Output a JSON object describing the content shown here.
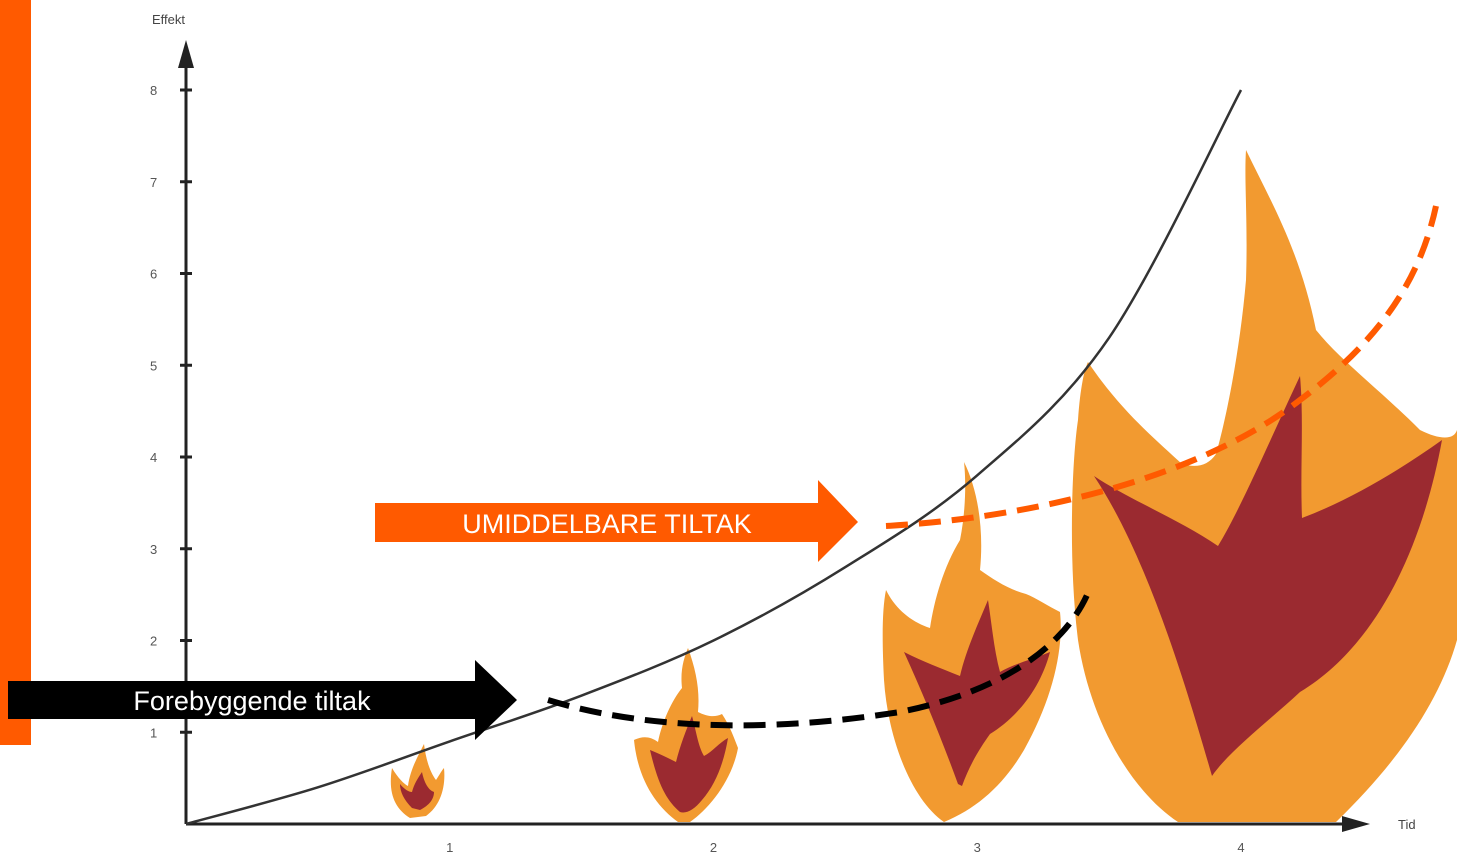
{
  "chart_data": {
    "type": "line",
    "ylabel": "Effekt",
    "xlabel": "Tid",
    "y_ticks": [
      "1",
      "2",
      "3",
      "4",
      "5",
      "6",
      "7",
      "8"
    ],
    "x_ticks": [
      "1",
      "2",
      "3",
      "4"
    ],
    "ylim": [
      0,
      8
    ],
    "xlim": [
      0,
      4
    ],
    "series": [
      {
        "x": [
          0,
          0.5,
          1,
          1.5,
          2,
          2.5,
          3,
          3.5,
          4
        ],
        "y": [
          0,
          0.4,
          0.9,
          1.4,
          2.0,
          2.8,
          3.8,
          5.3,
          8.0
        ]
      }
    ],
    "callouts": {
      "immediate": {
        "label": "UMIDDELBARE TILTAK",
        "color": "#ff5a00",
        "text_color": "#ffffff"
      },
      "preventive": {
        "label": "Forebyggende tiltak",
        "color": "#000000",
        "text_color": "#ffffff"
      }
    },
    "colors": {
      "accent_bar": "#ff5a00",
      "flame_outer": "#f29a30",
      "flame_inner": "#9b2a30",
      "curve": "#333333",
      "axis": "#222222"
    }
  }
}
